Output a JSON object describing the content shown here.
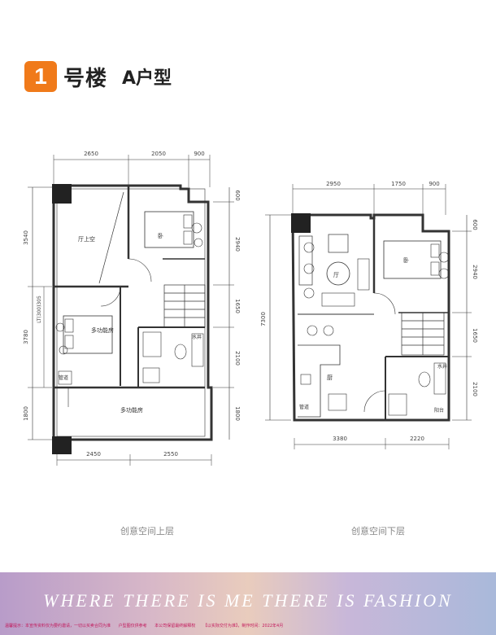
{
  "header": {
    "badge": "1",
    "building": "号楼",
    "unit": "A户型"
  },
  "upper": {
    "dims_top": [
      "2650",
      "2050",
      "900"
    ],
    "dims_bottom": [
      "2450",
      "2550"
    ],
    "dims_left": [
      "3540",
      "3780",
      "1800"
    ],
    "dims_left_inner": "LT(300)305",
    "dims_right": [
      "600",
      "2940",
      "1650",
      "2100",
      "1800"
    ],
    "rooms": [
      "厅上空",
      "卧",
      "多功能房",
      "多功能房"
    ],
    "fixtures": [
      "水井",
      "管道"
    ],
    "caption": "创意空间上层"
  },
  "lower": {
    "dims_top": [
      "2950",
      "1750",
      "900"
    ],
    "dims_bottom": [
      "3380",
      "2220"
    ],
    "dims_left": [
      "7300"
    ],
    "dims_right": [
      "600",
      "2940",
      "1650",
      "2100"
    ],
    "rooms": [
      "厅",
      "卧",
      "厨"
    ],
    "fixtures": [
      "水井",
      "管道",
      "阳台"
    ],
    "caption": "创意空间下层"
  },
  "banner": {
    "slogan": "WHERE THERE IS ME THERE IS FASHION",
    "notes": [
      "温馨提示：本宣传资料仅为要约邀请，一切以买卖合同为准",
      "户型图仅供参考",
      "本公司保留最终解释权",
      "【以实际交付为准】，制作时间：2022年4月"
    ]
  }
}
